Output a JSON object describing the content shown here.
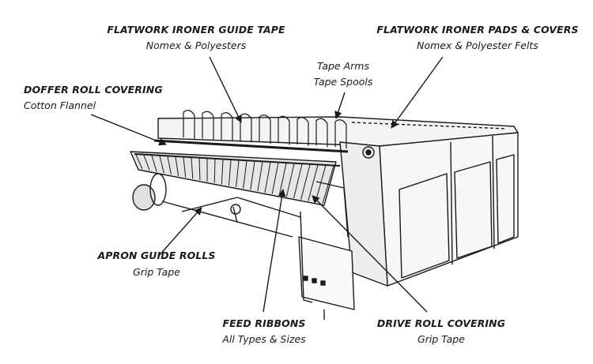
{
  "diagram": {
    "labels": [
      {
        "id": "guide-tape",
        "title": "FLATWORK IRONER GUIDE TAPE",
        "subtitle": "Nomex & Polyesters"
      },
      {
        "id": "pads-covers",
        "title": "FLATWORK IRONER PADS & COVERS",
        "subtitle": "Nomex & Polyester Felts"
      },
      {
        "id": "tape-arms",
        "title": "Tape Arms",
        "subtitle": "Tape Spools"
      },
      {
        "id": "doffer-roll",
        "title": "DOFFER ROLL COVERING",
        "subtitle": "Cotton Flannel"
      },
      {
        "id": "apron-guide",
        "title": "APRON GUIDE ROLLS",
        "subtitle": "Grip Tape"
      },
      {
        "id": "feed-ribbons",
        "title": "FEED RIBBONS",
        "subtitle": "All Types & Sizes"
      },
      {
        "id": "drive-roll",
        "title": "DRIVE ROLL COVERING",
        "subtitle": "Grip Tape"
      }
    ],
    "colors": {
      "line": "#1a1a1a",
      "background": "#ffffff",
      "shade": "#d6d6d6"
    }
  }
}
